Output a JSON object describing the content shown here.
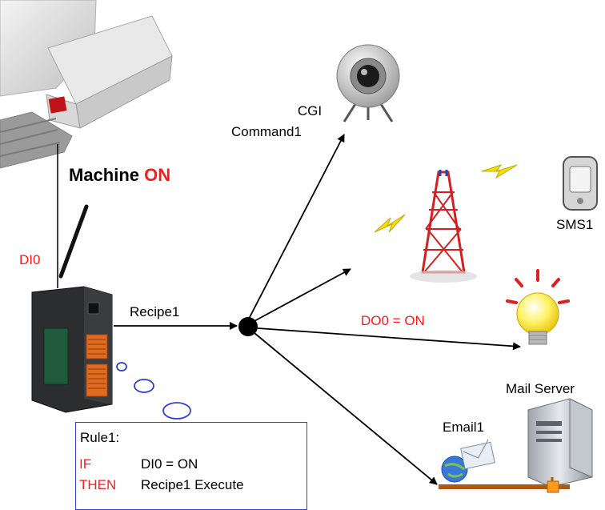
{
  "machine": {
    "label": "Machine",
    "state": "ON"
  },
  "controller": {
    "input_label": "DI0"
  },
  "recipe": {
    "label": "Recipe1"
  },
  "cgi": {
    "line1": "CGI",
    "line2": "Command1"
  },
  "sms": {
    "label": "SMS1"
  },
  "output": {
    "label": "DO0 = ON"
  },
  "mail": {
    "server_label": "Mail Server",
    "email_label": "Email1"
  },
  "rule": {
    "title": "Rule1:",
    "if_keyword": "IF",
    "if_condition": "DI0 = ON",
    "then_keyword": "THEN",
    "then_action": "Recipe1 Execute"
  },
  "colors": {
    "accent_red": "#ff1a1a",
    "rule_border": "#2f3fd0",
    "tower_red": "#d42020",
    "bulb_yellow": "#fff36a",
    "device_dark": "#2b2d2e",
    "terminal_orange": "#ff6a1a"
  },
  "icons": [
    "webcam-icon",
    "cell-tower-icon",
    "mobile-phone-icon",
    "light-bulb-icon",
    "server-icon",
    "email-icon",
    "controller-icon",
    "machine-icon",
    "lightning-icon"
  ]
}
